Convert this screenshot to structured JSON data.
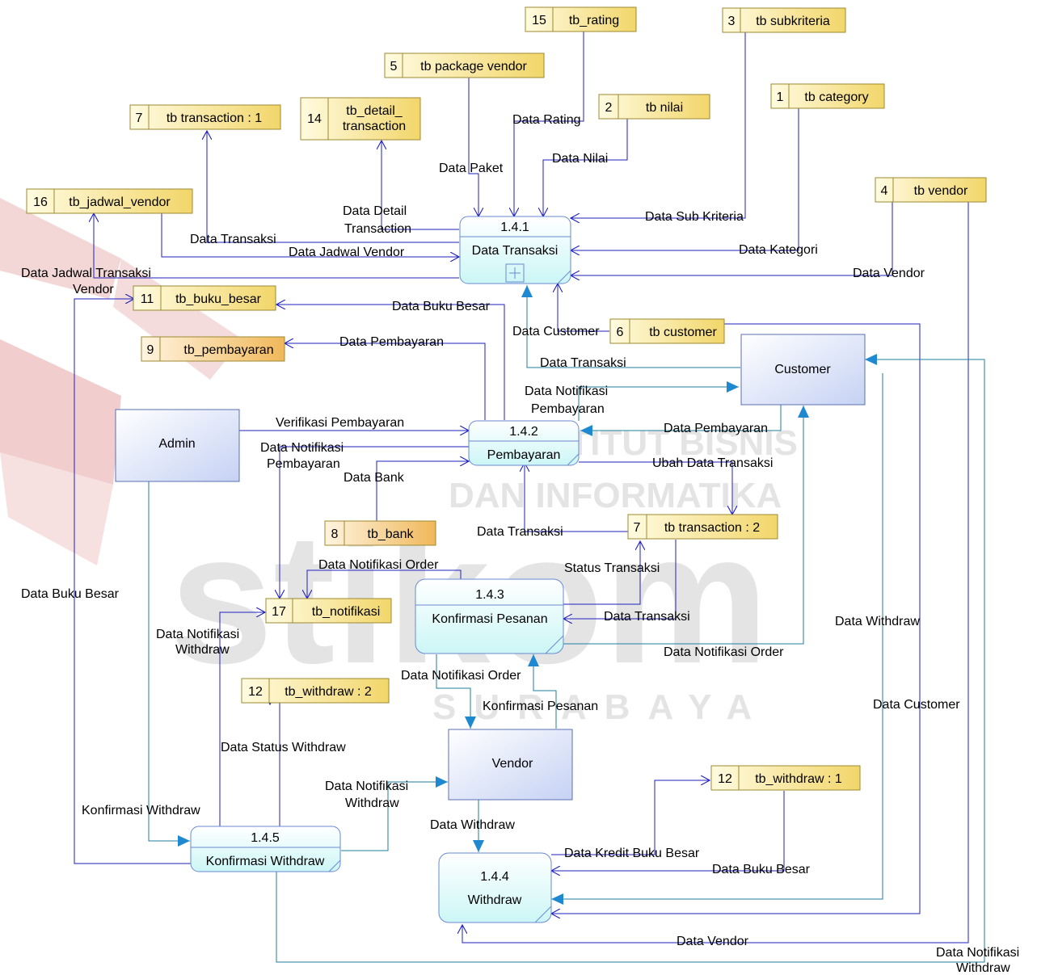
{
  "watermark": {
    "line1": "INSTITUT BISNIS",
    "line2": "DAN INFORMATIKA",
    "word": "stikom",
    "city": "SURABAYA"
  },
  "processes": [
    {
      "id": "1.4.1",
      "name": "Data Transaksi"
    },
    {
      "id": "1.4.2",
      "name": "Pembayaran"
    },
    {
      "id": "1.4.3",
      "name": "Konfirmasi Pesanan"
    },
    {
      "id": "1.4.4",
      "name": "Withdraw"
    },
    {
      "id": "1.4.5",
      "name": "Konfirmasi Withdraw"
    }
  ],
  "entities": {
    "admin": "Admin",
    "customer": "Customer",
    "vendor": "Vendor"
  },
  "stores": [
    {
      "num": "15",
      "name": "tb_rating"
    },
    {
      "num": "3",
      "name": "tb subkriteria"
    },
    {
      "num": "5",
      "name": "tb package vendor"
    },
    {
      "num": "2",
      "name": "tb nilai"
    },
    {
      "num": "1",
      "name": "tb category"
    },
    {
      "num": "7",
      "name": "tb transaction : 1"
    },
    {
      "num": "14",
      "name": "tb_detail_",
      "name2": "transaction"
    },
    {
      "num": "16",
      "name": "tb_jadwal_vendor"
    },
    {
      "num": "4",
      "name": "tb vendor"
    },
    {
      "num": "11",
      "name": "tb_buku_besar"
    },
    {
      "num": "9",
      "name": "tb_pembayaran"
    },
    {
      "num": "6",
      "name": "tb customer"
    },
    {
      "num": "8",
      "name": "tb_bank"
    },
    {
      "num": "7",
      "name": "tb transaction : 2"
    },
    {
      "num": "17",
      "name": "tb_notifikasi"
    },
    {
      "num": "12",
      "name": "tb_withdraw : 2"
    },
    {
      "num": "12",
      "name": "tb_withdraw : 1"
    }
  ],
  "flows": [
    "Data Rating",
    "Data Paket",
    "Data Nilai",
    "Data Sub Kriteria",
    "Data Kategori",
    "Data Vendor",
    "Data Detail",
    "Transaction",
    "Data Transaksi",
    "Data Jadwal Vendor",
    "Data Jadwal Transaksi",
    "Vendor",
    "Data Buku Besar",
    "Data Pembayaran",
    "Data Customer",
    "Data Transaksi",
    "Data Notifikasi",
    "Pembayaran",
    "Verifikasi Pembayaran",
    "Data Notifikasi",
    "Pembayaran",
    "Data Pembayaran",
    "Data Bank",
    "Ubah Data Transaksi",
    "Data Transaksi",
    "Data Notifikasi Order",
    "Status Transaksi",
    "Data Transaksi",
    "Data Notifikasi Order",
    "Data Buku Besar",
    "Data Notifikasi",
    "Withdraw",
    "Data Withdraw",
    "Data Notifikasi Order",
    "Konfirmasi Pesanan",
    "Data Customer",
    "Data Status Withdraw",
    "Data Notifikasi",
    "Withdraw",
    "Konfirmasi Withdraw",
    "Data Withdraw",
    "Data Kredit Buku Besar",
    "Data Buku Besar",
    "Data Vendor",
    "Data Notifikasi",
    "Withdraw"
  ],
  "colors": {
    "flow_line": "#1f1fbf",
    "flow_line_teal": "#1f7f9f",
    "store_fill": "#f8e9a0",
    "process_fill": "#e6fbfb",
    "entity_fill": "#dfe6fb"
  }
}
